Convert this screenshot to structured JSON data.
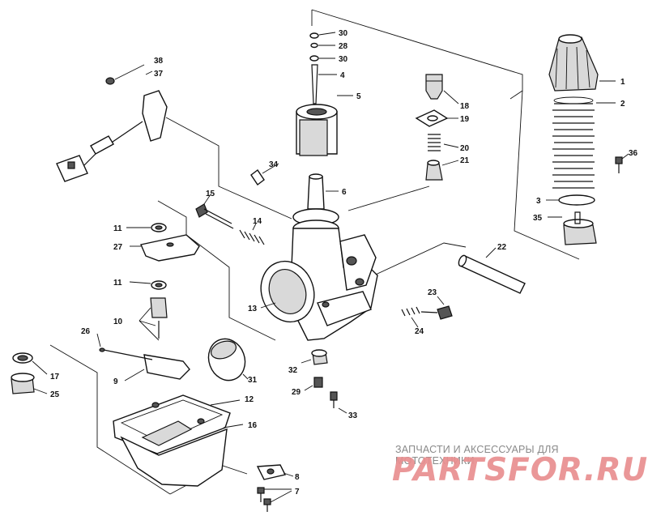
{
  "watermark": {
    "caption": "ЗАПЧАСТИ И АКСЕССУАРЫ ДЛЯ МОТОТЕХНИКИ",
    "logo": "PARTSFOR.RU"
  },
  "callouts": {
    "c1": "1",
    "c2": "2",
    "c3": "3",
    "c4": "4",
    "c5": "5",
    "c6": "6",
    "c7": "7",
    "c8": "8",
    "c9": "9",
    "c10": "10",
    "c11a": "11",
    "c11b": "11",
    "c12": "12",
    "c13": "13",
    "c14": "14",
    "c15": "15",
    "c16": "16",
    "c17": "17",
    "c18": "18",
    "c19": "19",
    "c20": "20",
    "c21": "21",
    "c22": "22",
    "c23": "23",
    "c24": "24",
    "c25": "25",
    "c26": "26",
    "c27": "27",
    "c28": "28",
    "c29": "29",
    "c30a": "30",
    "c30b": "30",
    "c31": "31",
    "c32": "32",
    "c33": "33",
    "c34": "34",
    "c35": "35",
    "c36": "36",
    "c37": "37",
    "c38": "38"
  }
}
